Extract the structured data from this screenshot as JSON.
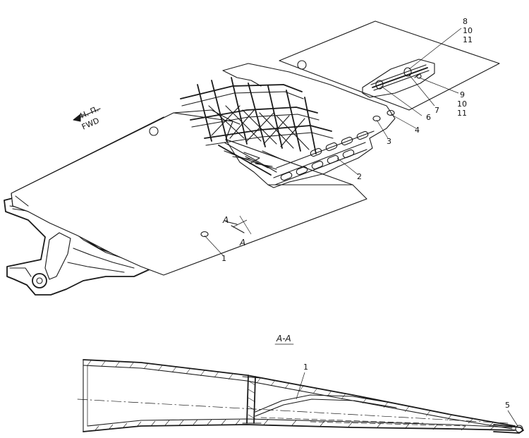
{
  "labels": {
    "l1": "1",
    "l2": "2",
    "l3": "3",
    "l4": "4",
    "l6": "6",
    "l7": "7",
    "l8": "8",
    "l9": "9",
    "l10a": "10",
    "l11a": "11",
    "l10b": "10",
    "l11b": "11",
    "sec_a_top": "A",
    "sec_a_bottom": "A",
    "sec_1": "1",
    "sec_5": "5"
  },
  "direction": {
    "line1": "Н. П.",
    "line2": "FWD"
  },
  "section_title": "A-A"
}
